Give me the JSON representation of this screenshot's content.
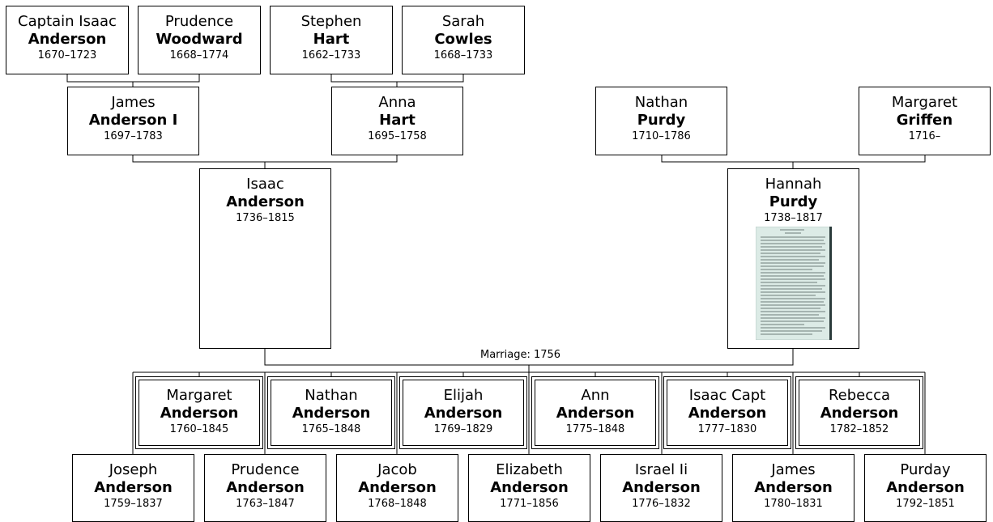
{
  "tree": {
    "marriage_label": "Marriage: 1756",
    "great_grandparents": [
      {
        "first": "Captain Isaac",
        "last": "Anderson",
        "years": "1670–1723"
      },
      {
        "first": "Prudence",
        "last": "Woodward",
        "years": "1668–1774"
      },
      {
        "first": "Stephen",
        "last": "Hart",
        "years": "1662–1733"
      },
      {
        "first": "Sarah",
        "last": "Cowles",
        "years": "1668–1733"
      }
    ],
    "grandparents": [
      {
        "first": "James",
        "last": "Anderson I",
        "years": "1697–1783"
      },
      {
        "first": "Anna",
        "last": "Hart",
        "years": "1695–1758"
      },
      {
        "first": "Nathan",
        "last": "Purdy",
        "years": "1710–1786"
      },
      {
        "first": "Margaret",
        "last": "Griffen",
        "years": "1716–"
      }
    ],
    "parents": [
      {
        "first": "Isaac",
        "last": "Anderson",
        "years": "1736–1815"
      },
      {
        "first": "Hannah",
        "last": "Purdy",
        "years": "1738–1817"
      }
    ],
    "children_upper": [
      {
        "first": "Margaret",
        "last": "Anderson",
        "years": "1760–1845"
      },
      {
        "first": "Nathan",
        "last": "Anderson",
        "years": "1765–1848"
      },
      {
        "first": "Elijah",
        "last": "Anderson",
        "years": "1769–1829"
      },
      {
        "first": "Ann",
        "last": "Anderson",
        "years": "1775–1848"
      },
      {
        "first": "Isaac Capt",
        "last": "Anderson",
        "years": "1777–1830"
      },
      {
        "first": "Rebecca",
        "last": "Anderson",
        "years": "1782–1852"
      }
    ],
    "children_lower": [
      {
        "first": "Joseph",
        "last": "Anderson",
        "years": "1759–1837"
      },
      {
        "first": "Prudence",
        "last": "Anderson",
        "years": "1763–1847"
      },
      {
        "first": "Jacob",
        "last": "Anderson",
        "years": "1768–1848"
      },
      {
        "first": "Elizabeth",
        "last": "Anderson",
        "years": "1771–1856"
      },
      {
        "first": "Israel Ii",
        "last": "Anderson",
        "years": "1776–1832"
      },
      {
        "first": "James",
        "last": "Anderson",
        "years": "1780–1831"
      },
      {
        "first": "Purday",
        "last": "Anderson",
        "years": "1792–1851"
      }
    ],
    "colors": {
      "box_border": "#000000",
      "line": "#000000",
      "document_bg": "#dcebe6",
      "document_ink": "#4a5a58"
    },
    "icons": {
      "document": "document-thumbnail-icon"
    }
  }
}
